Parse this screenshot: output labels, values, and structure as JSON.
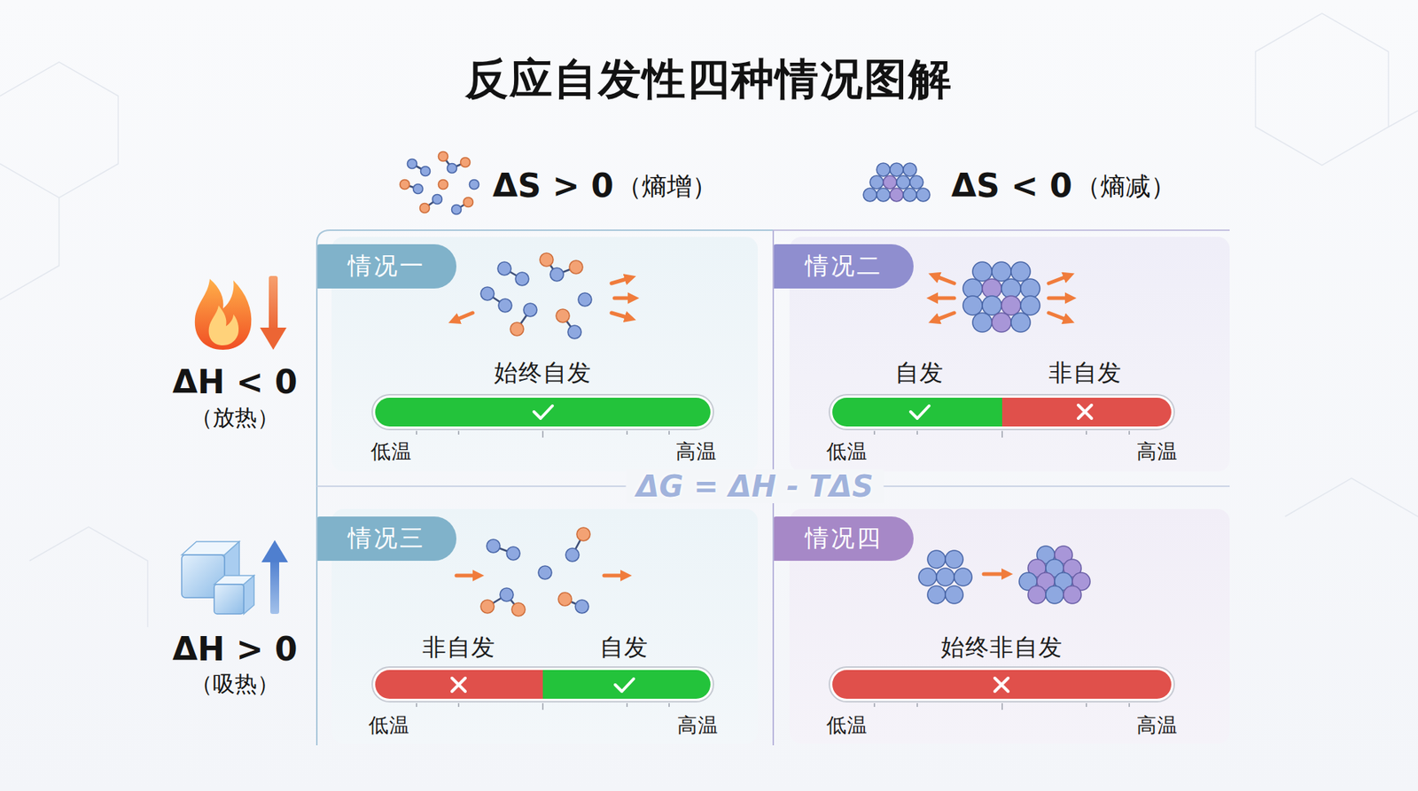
{
  "diagram": {
    "title": "反应自发性四种情况图解",
    "nodes": [
      {
        "text": [
          "始终自发",
          "低温",
          "高温"
        ]
      },
      {
        "text": [
          "情况一"
        ],
        "in": 0
      },
      {
        "text": [
          "自发",
          "非自发",
          "低温",
          "高温"
        ]
      },
      {
        "text": [
          "情况二"
        ],
        "in": 2
      },
      {
        "text": [
          "非自发",
          "自发",
          "低温",
          "高温"
        ]
      },
      {
        "text": [
          "情况三"
        ],
        "in": 4
      },
      {
        "text": [
          "始终非自发",
          "低温",
          "高温"
        ]
      },
      {
        "text": [
          "情况四"
        ],
        "in": 6
      }
    ],
    "labels": [
      "ΔS > 0",
      "（熵增）",
      "ΔS < 0",
      "（熵减）",
      "ΔH < 0",
      "（放热）",
      "ΔH > 0",
      "（吸热）",
      "ΔG = ΔH - TΔS"
    ]
  }
}
